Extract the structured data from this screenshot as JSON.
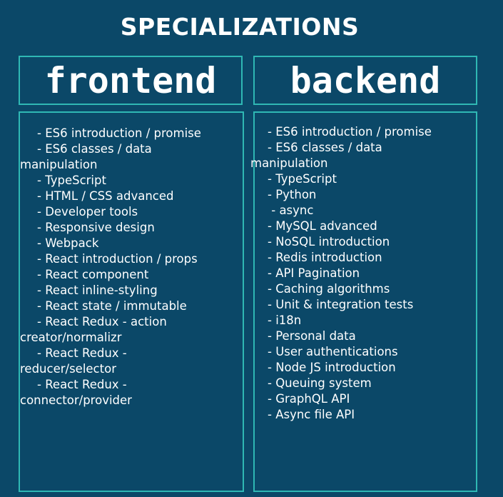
{
  "title": "SPECIALIZATIONS",
  "frontend": {
    "header": "frontend",
    "items": [
      {
        "line": "- ES6 introduction / promise",
        "cont": ""
      },
      {
        "line": "- ES6 classes / data",
        "cont": "manipulation"
      },
      {
        "line": "- TypeScript",
        "cont": ""
      },
      {
        "line": "- HTML / CSS advanced",
        "cont": ""
      },
      {
        "line": "- Developer tools",
        "cont": ""
      },
      {
        "line": "- Responsive design",
        "cont": ""
      },
      {
        "line": "- Webpack",
        "cont": ""
      },
      {
        "line": "- React introduction / props",
        "cont": ""
      },
      {
        "line": "- React component",
        "cont": ""
      },
      {
        "line": "- React inline-styling",
        "cont": ""
      },
      {
        "line": "- React state / immutable",
        "cont": ""
      },
      {
        "line": "- React Redux - action",
        "cont": "creator/normalizr"
      },
      {
        "line": "- React Redux -",
        "cont": "reducer/selector"
      },
      {
        "line": "- React Redux -",
        "cont": "connector/provider"
      }
    ]
  },
  "backend": {
    "header": "backend",
    "items": [
      {
        "line": "- ES6 introduction / promise",
        "cont": ""
      },
      {
        "line": "- ES6 classes / data",
        "cont": "manipulation"
      },
      {
        "line": "- TypeScript",
        "cont": ""
      },
      {
        "line": "- Python",
        "cont": ""
      },
      {
        "line": " - async",
        "cont": ""
      },
      {
        "line": "- MySQL advanced",
        "cont": ""
      },
      {
        "line": "- NoSQL introduction",
        "cont": ""
      },
      {
        "line": "- Redis introduction",
        "cont": ""
      },
      {
        "line": "- API Pagination",
        "cont": ""
      },
      {
        "line": "- Caching algorithms",
        "cont": ""
      },
      {
        "line": "- Unit & integration tests",
        "cont": ""
      },
      {
        "line": "- i18n",
        "cont": ""
      },
      {
        "line": "- Personal data",
        "cont": ""
      },
      {
        "line": "- User authentications",
        "cont": ""
      },
      {
        "line": "- Node JS introduction",
        "cont": ""
      },
      {
        "line": "- Queuing system",
        "cont": ""
      },
      {
        "line": "- GraphQL API",
        "cont": ""
      },
      {
        "line": "- Async file API",
        "cont": ""
      }
    ]
  }
}
